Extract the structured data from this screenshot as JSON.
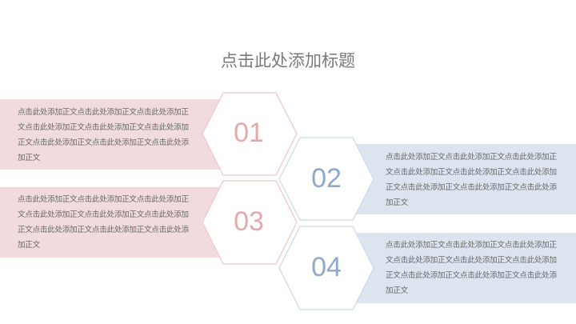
{
  "title": "点击此处添加标题",
  "items": [
    {
      "number": "01",
      "text": "点击此处添加正文点击此处添加正文点击此处添加正文点击此处添加正文点击此处添加正文点击此处添加正文点击此处添加正文点击此处添加正文点击此处添加正文"
    },
    {
      "number": "02",
      "text": "点击此处添加正文点击此处添加正文点击此处添加正文点击此处添加正文点击此处添加正文点击此处添加正文点击此处添加正文点击此处添加正文点击此处添加正文"
    },
    {
      "number": "03",
      "text": "点击此处添加正文点击此处添加正文点击此处添加正文点击此处添加正文点击此处添加正文点击此处添加正文点击此处添加正文点击此处添加正文点击此处添加正文"
    },
    {
      "number": "04",
      "text": "点击此处添加正文点击此处添加正文点击此处添加正文点击此处添加正文点击此处添加正文点击此处添加正文点击此处添加正文点击此处添加正文点击此处添加正文"
    }
  ],
  "colors": {
    "pink": "#f1dbdc",
    "blue": "#dce4f0"
  }
}
